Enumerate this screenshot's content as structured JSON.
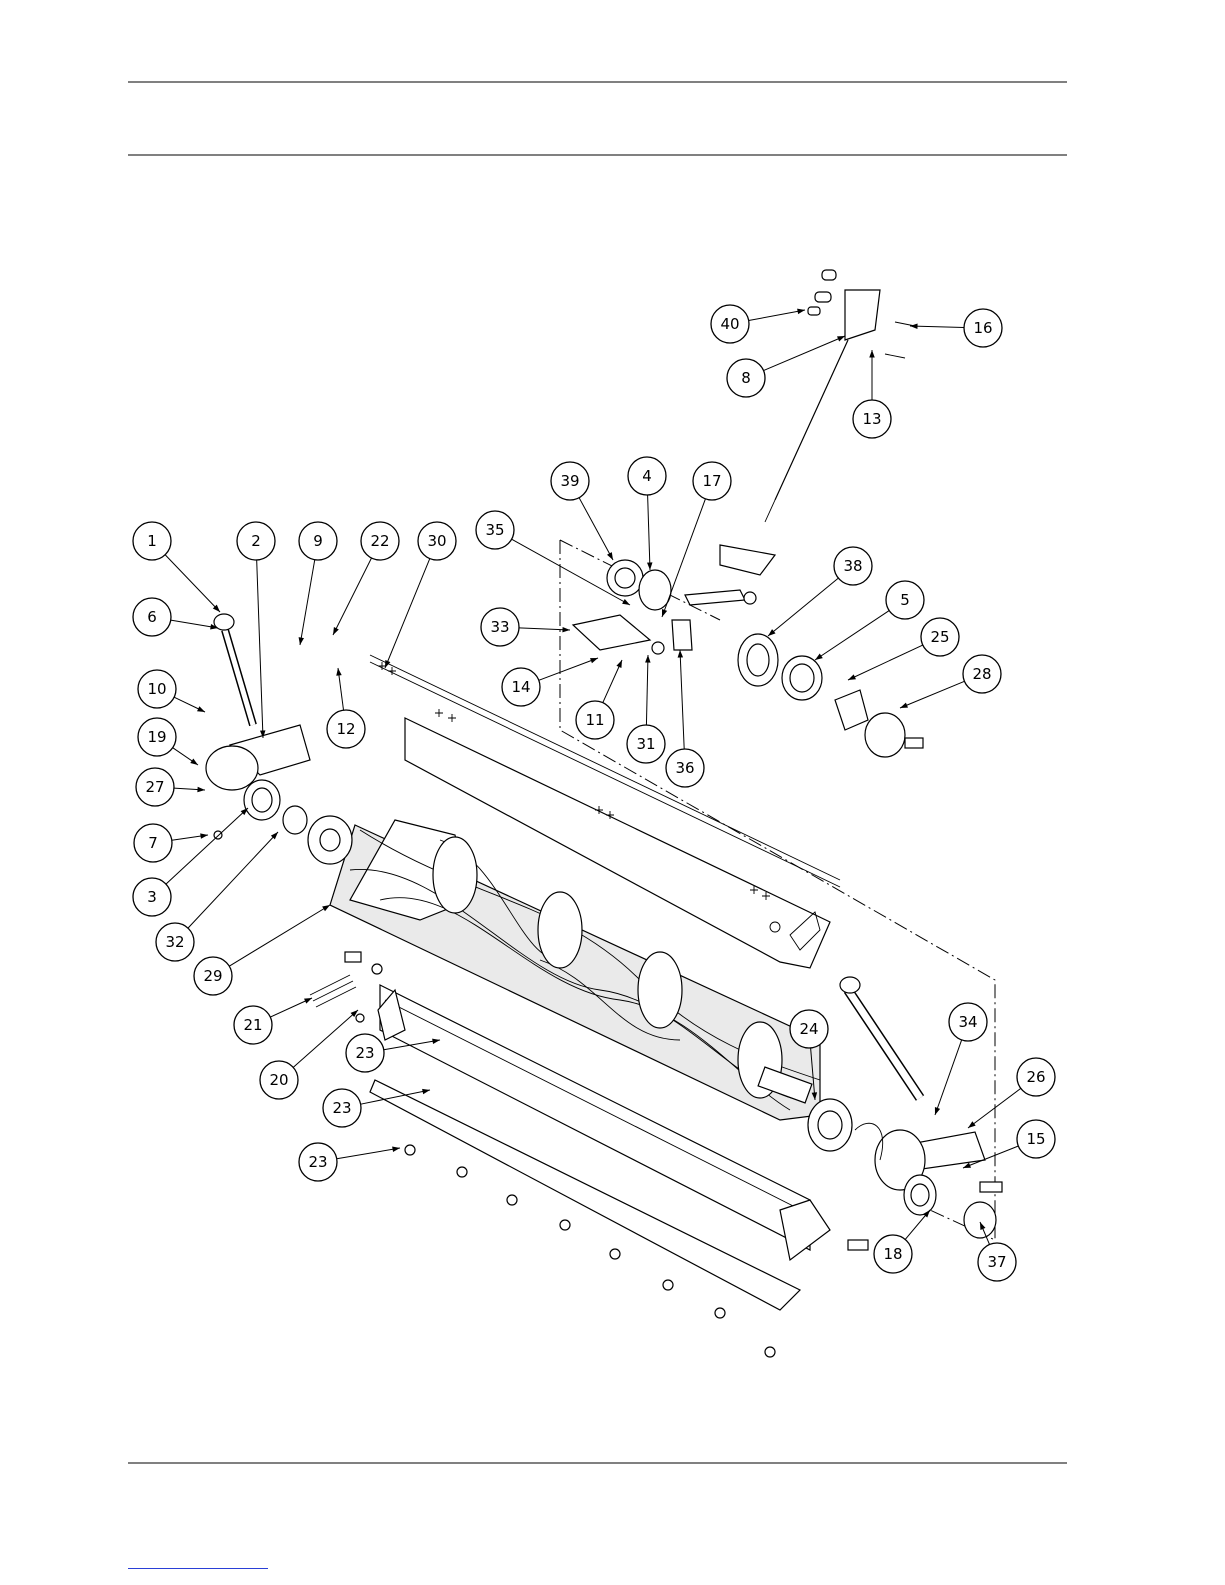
{
  "callouts": [
    {
      "label": "1"
    },
    {
      "label": "2"
    },
    {
      "label": "9"
    },
    {
      "label": "22"
    },
    {
      "label": "30"
    },
    {
      "label": "6"
    },
    {
      "label": "10"
    },
    {
      "label": "19"
    },
    {
      "label": "27"
    },
    {
      "label": "7"
    },
    {
      "label": "3"
    },
    {
      "label": "32"
    },
    {
      "label": "29"
    },
    {
      "label": "12"
    },
    {
      "label": "35"
    },
    {
      "label": "39"
    },
    {
      "label": "4"
    },
    {
      "label": "17"
    },
    {
      "label": "33"
    },
    {
      "label": "14"
    },
    {
      "label": "11"
    },
    {
      "label": "31"
    },
    {
      "label": "36"
    },
    {
      "label": "38"
    },
    {
      "label": "5"
    },
    {
      "label": "25"
    },
    {
      "label": "28"
    },
    {
      "label": "40"
    },
    {
      "label": "16"
    },
    {
      "label": "8"
    },
    {
      "label": "13"
    },
    {
      "label": "21"
    },
    {
      "label": "20"
    },
    {
      "label": "23"
    },
    {
      "label": "23"
    },
    {
      "label": "23"
    },
    {
      "label": "24"
    },
    {
      "label": "34"
    },
    {
      "label": "26"
    },
    {
      "label": "15"
    },
    {
      "label": "18"
    },
    {
      "label": "37"
    }
  ]
}
